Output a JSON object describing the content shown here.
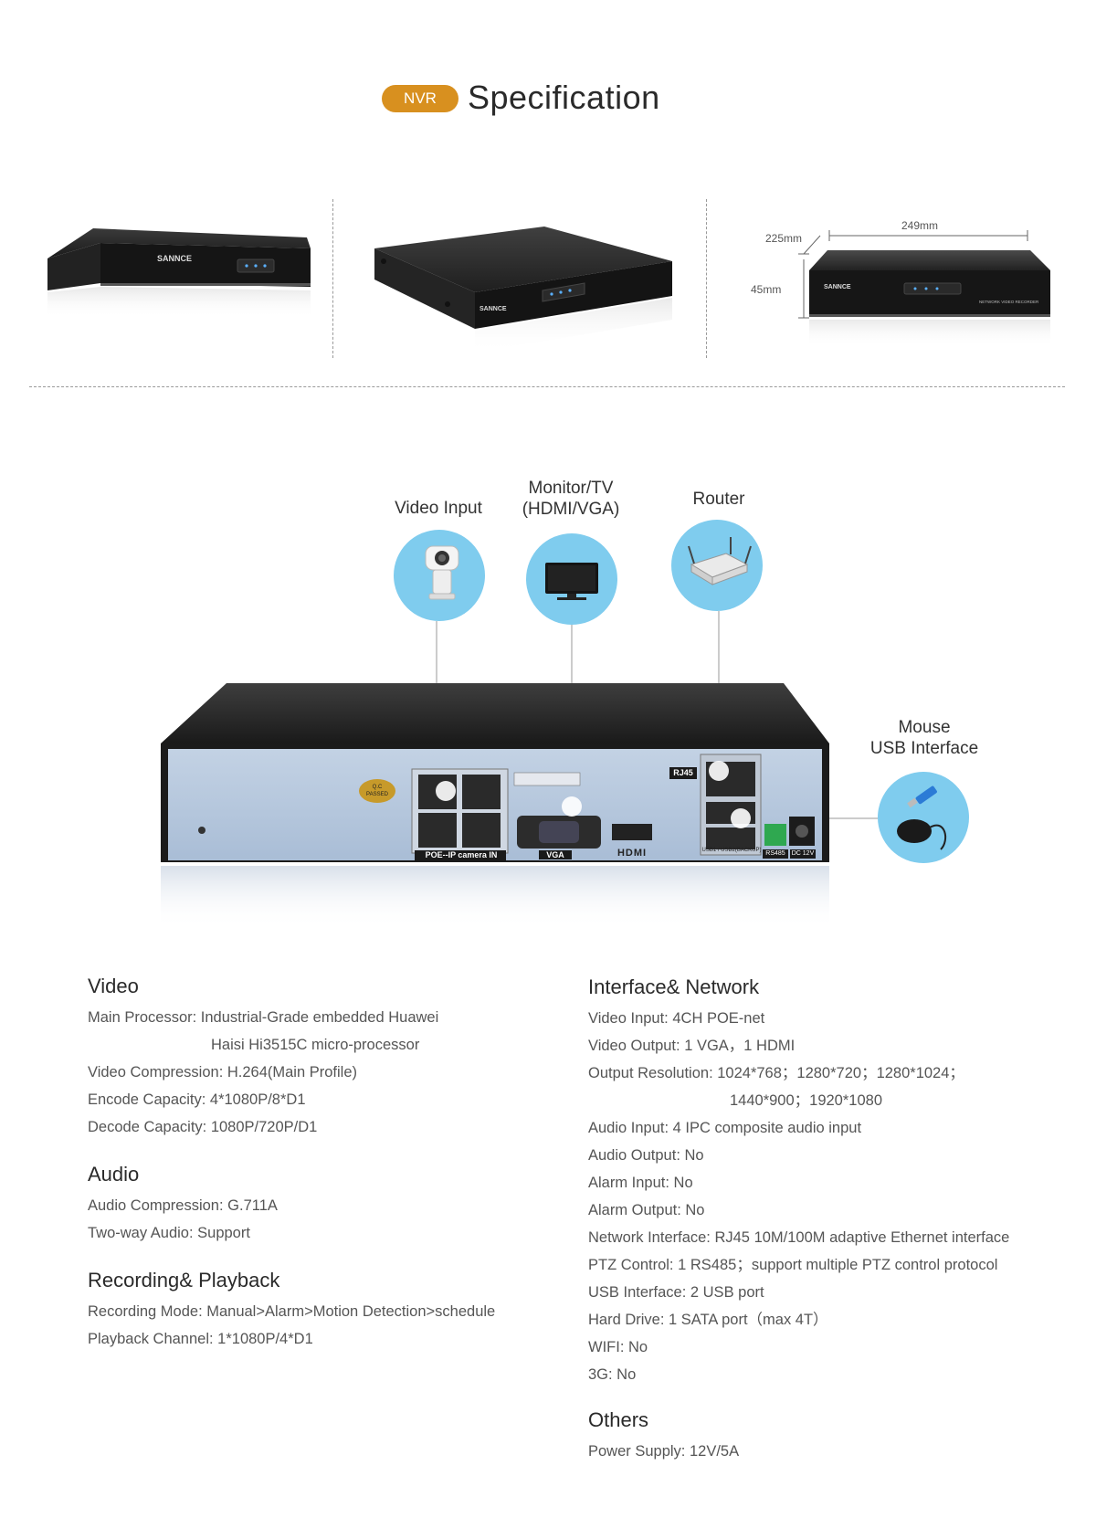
{
  "header": {
    "badge": "NVR",
    "title": "Specification"
  },
  "dimensions": {
    "width": "249mm",
    "depth": "225mm",
    "height": "45mm"
  },
  "device": {
    "brand": "SANNCE",
    "front_label": "NETWORK VIDEO RECORDER",
    "rear_labels": {
      "poe": "POE--IP camera IN",
      "vga": "VGA",
      "hdmi": "HDMI",
      "rj45": "RJ45",
      "usb": "USB1 / USB2(BACKUP)",
      "rs485": "RS485",
      "dc": "DC 12V",
      "qc": "Q.C PASSED"
    }
  },
  "diagram": {
    "video_input": "Video Input",
    "monitor_line1": "Monitor/TV",
    "monitor_line2": "(HDMI/VGA)",
    "router": "Router",
    "mouse_line1": "Mouse",
    "mouse_line2": "USB Interface"
  },
  "specs": {
    "video": {
      "title": "Video",
      "lines": [
        "Main Processor: Industrial-Grade embedded Huawei",
        "Haisi Hi3515C micro-processor",
        "Video Compression: H.264(Main Profile)",
        "Encode Capacity: 4*1080P/8*D1",
        "Decode Capacity: 1080P/720P/D1"
      ]
    },
    "audio": {
      "title": "Audio",
      "lines": [
        "Audio Compression: G.711A",
        "Two-way Audio: Support"
      ]
    },
    "recording": {
      "title": "Recording& Playback",
      "lines": [
        "Recording Mode: Manual>Alarm>Motion Detection>schedule",
        "Playback Channel: 1*1080P/4*D1"
      ]
    },
    "interface": {
      "title": "Interface& Network",
      "lines": [
        "Video Input: 4CH POE-net",
        "Video Output: 1 VGA，1 HDMI",
        "Output Resolution: 1024*768；1280*720；1280*1024；",
        "1440*900；1920*1080",
        "Audio Input: 4 IPC composite audio input",
        "Audio Output: No",
        "Alarm Input: No",
        "Alarm Output: No",
        "Network Interface: RJ45 10M/100M adaptive Ethernet interface",
        "PTZ Control: 1 RS485；support multiple PTZ control protocol",
        "USB Interface: 2 USB port",
        "Hard Drive: 1 SATA port（max 4T）",
        "WIFI: No",
        "3G: No"
      ]
    },
    "others": {
      "title": "Others",
      "lines": [
        "Power Supply: 12V/5A"
      ]
    }
  }
}
